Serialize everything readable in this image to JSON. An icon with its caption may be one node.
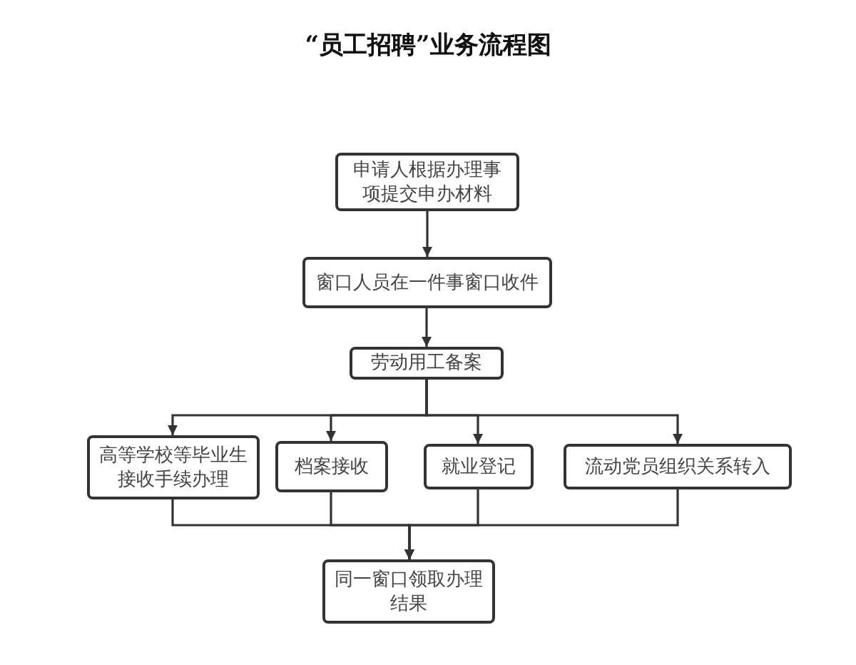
{
  "diagram": {
    "title": "“员工招聘”业务流程图",
    "nodes": [
      {
        "text": [
          "申请人根据办理事项提交申办材料"
        ]
      },
      {
        "text": [
          "窗口人员在一件事窗口收件"
        ]
      },
      {
        "text": [
          "劳动用工备案"
        ]
      },
      {
        "text": [
          "高等学校等毕业生接收手续办理"
        ]
      },
      {
        "text": [
          "档案接收"
        ]
      },
      {
        "text": [
          "就业登记"
        ]
      },
      {
        "text": [
          "流动党员组织关系转入"
        ]
      },
      {
        "text": [
          "同一窗口领取办理结果"
        ]
      }
    ],
    "edges": [
      {
        "from": 0,
        "to": 1,
        "arrow": "to"
      },
      {
        "from": 1,
        "to": 2,
        "arrow": "to"
      },
      {
        "from": 2,
        "to": 3,
        "arrow": "to"
      },
      {
        "from": 2,
        "to": 4,
        "arrow": "to"
      },
      {
        "from": 2,
        "to": 5,
        "arrow": "to"
      },
      {
        "from": 2,
        "to": 6,
        "arrow": "to"
      },
      {
        "from": 3,
        "to": 7,
        "arrow": "to"
      },
      {
        "from": 4,
        "to": 7,
        "arrow": "to"
      },
      {
        "from": 5,
        "to": 7,
        "arrow": "to"
      },
      {
        "from": 6,
        "to": 7,
        "arrow": "to"
      }
    ]
  }
}
